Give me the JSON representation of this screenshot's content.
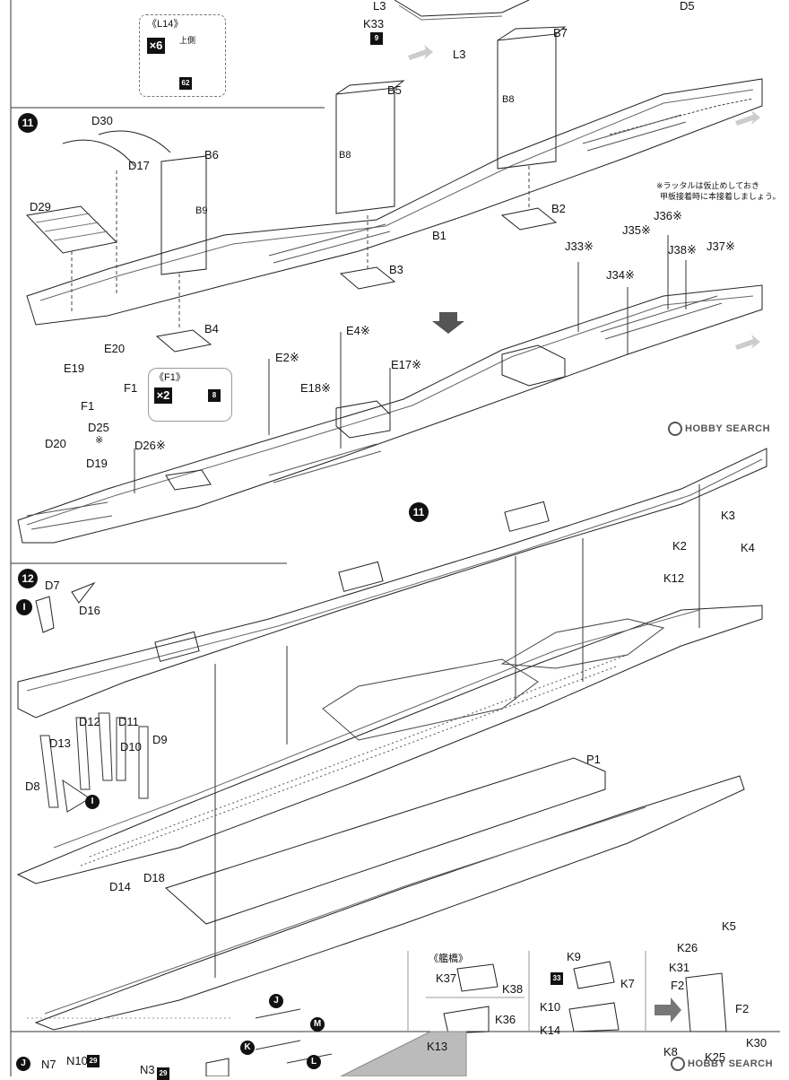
{
  "steps": {
    "s11": "11",
    "s12": "12",
    "s11_ref": "11"
  },
  "notes": {
    "l14_title": "《L14》",
    "l14_mult": "×6",
    "l14_side": "上側",
    "l14_num": "62",
    "f1_title": "《F1》",
    "f1_mult": "×2",
    "f1_num": "8",
    "deck_note_1": "※ラッタルは仮止めしておき",
    "deck_note_2": "甲板接着時に本接着しましょう。",
    "bridge_title": "《艦橋》",
    "k33_num": "9",
    "k9_num": "33",
    "n10_num": "29",
    "n3_num": "29",
    "i_mark": "I",
    "j_mark": "J",
    "k_mark": "K",
    "m_mark": "M",
    "l_mark": "L"
  },
  "labels": {
    "l3_top": "L3",
    "d5": "D5",
    "k33": "K33",
    "l3": "L3",
    "b7": "B7",
    "b5": "B5",
    "b8a": "B8",
    "b8b": "B8",
    "b6": "B6",
    "b9": "B9",
    "b2": "B2",
    "b1": "B1",
    "b3": "B3",
    "b4": "B4",
    "d30": "D30",
    "d17": "D17",
    "d29": "D29",
    "j36": "J36※",
    "j35": "J35※",
    "j33": "J33※",
    "j37": "J37※",
    "j38": "J38※",
    "j34": "J34※",
    "e20": "E20",
    "e19": "E19",
    "f1a": "F1",
    "f1b": "F1",
    "e2": "E2※",
    "e4": "E4※",
    "e17": "E17※",
    "e18": "E18※",
    "d25": "D25",
    "d25s": "※",
    "d20": "D20",
    "d26": "D26※",
    "d19": "D19",
    "k3": "K3",
    "k2": "K2",
    "k4": "K4",
    "k12": "K12",
    "d7": "D7",
    "d16": "D16",
    "d12": "D12",
    "d11": "D11",
    "d13": "D13",
    "d10": "D10",
    "d9": "D9",
    "d8": "D8",
    "d14": "D14",
    "d18": "D18",
    "p1": "P1",
    "k37": "K37",
    "k38": "K38",
    "k36": "K36",
    "k13": "K13",
    "k9": "K9",
    "k7": "K7",
    "k10": "K10",
    "k14": "K14",
    "k5": "K5",
    "k26": "K26",
    "k31": "K31",
    "f2a": "F2",
    "f2b": "F2",
    "k8": "K8",
    "k25": "K25",
    "k30": "K30",
    "n7": "N7",
    "n10": "N10",
    "n3": "N3"
  },
  "watermarks": {
    "w1": "HOBBY SEARCH",
    "w2": "HOBBY SEARCH"
  }
}
